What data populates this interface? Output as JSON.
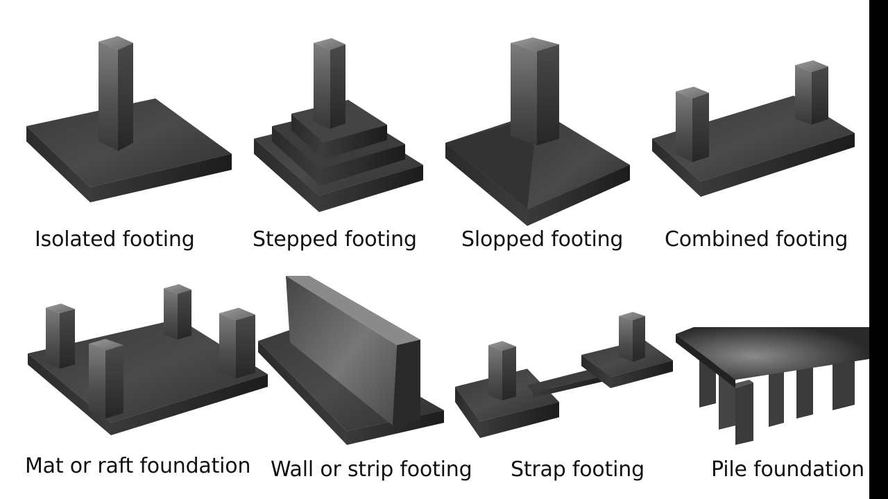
{
  "labels": {
    "isolated": "Isolated footing",
    "stepped": "Stepped footing",
    "slopped": "Slopped footing",
    "combined": "Combined footing",
    "mat": "Mat or raft foundation",
    "wall": "Wall or strip footing",
    "strap": "Strap footing",
    "pile": "Pile foundation"
  }
}
